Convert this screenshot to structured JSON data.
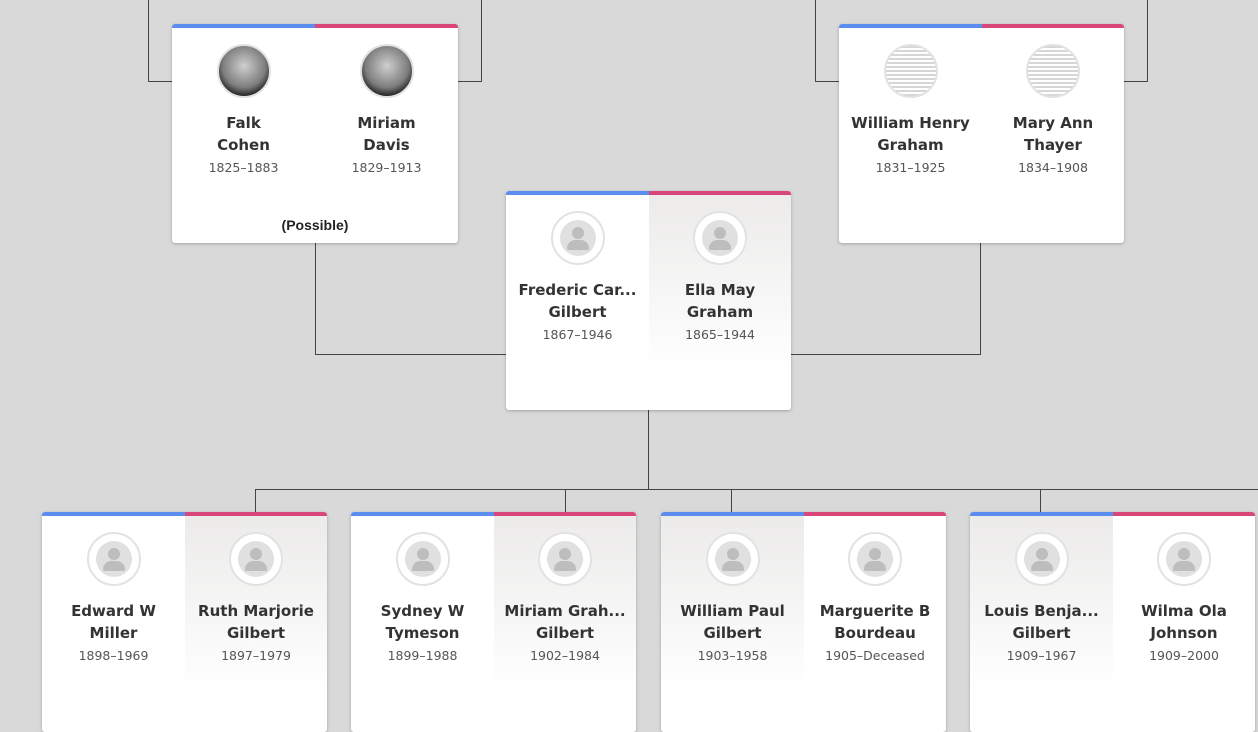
{
  "note": "(Possible)",
  "families": {
    "paternal": {
      "husband": {
        "first": "Falk",
        "last": "Cohen",
        "dates": "1825–1883",
        "avatar": "portrait-photo"
      },
      "wife": {
        "first": "Miriam",
        "last": "Davis",
        "dates": "1829–1913",
        "avatar": "portrait-photo"
      }
    },
    "maternal": {
      "husband": {
        "first": "William Henry",
        "last": "Graham",
        "dates": "1831–1925",
        "avatar": "document-image"
      },
      "wife": {
        "first": "Mary Ann",
        "last": "Thayer",
        "dates": "1834–1908",
        "avatar": "document-image"
      }
    },
    "focus": {
      "husband": {
        "first": "Frederic Car...",
        "last": "Gilbert",
        "dates": "1867–1946",
        "avatar": "generic-person-icon"
      },
      "wife": {
        "first": "Ella May",
        "last": "Graham",
        "dates": "1865–1944",
        "avatar": "generic-person-icon"
      }
    },
    "children": [
      {
        "husband": {
          "first": "Edward W",
          "last": "Miller",
          "dates": "1898–1969",
          "avatar": "generic-person-icon"
        },
        "wife": {
          "first": "Ruth Marjorie",
          "last": "Gilbert",
          "dates": "1897–1979",
          "avatar": "generic-person-icon"
        }
      },
      {
        "husband": {
          "first": "Sydney W",
          "last": "Tymeson",
          "dates": "1899–1988",
          "avatar": "generic-person-icon"
        },
        "wife": {
          "first": "Miriam Grah...",
          "last": "Gilbert",
          "dates": "1902–1984",
          "avatar": "generic-person-icon"
        }
      },
      {
        "husband": {
          "first": "William Paul",
          "last": "Gilbert",
          "dates": "1903–1958",
          "avatar": "generic-person-icon"
        },
        "wife": {
          "first": "Marguerite B",
          "last": "Bourdeau",
          "dates": "1905–Deceased",
          "avatar": "generic-person-icon"
        }
      },
      {
        "husband": {
          "first": "Louis Benja...",
          "last": "Gilbert",
          "dates": "1909–1967",
          "avatar": "generic-person-icon"
        },
        "wife": {
          "first": "Wilma Ola",
          "last": "Johnson",
          "dates": "1909–2000",
          "avatar": "generic-person-icon"
        }
      }
    ]
  },
  "colors": {
    "male": "#5b8def",
    "female": "#d9477a",
    "background": "#d9d9d9",
    "connector": "#444444"
  }
}
